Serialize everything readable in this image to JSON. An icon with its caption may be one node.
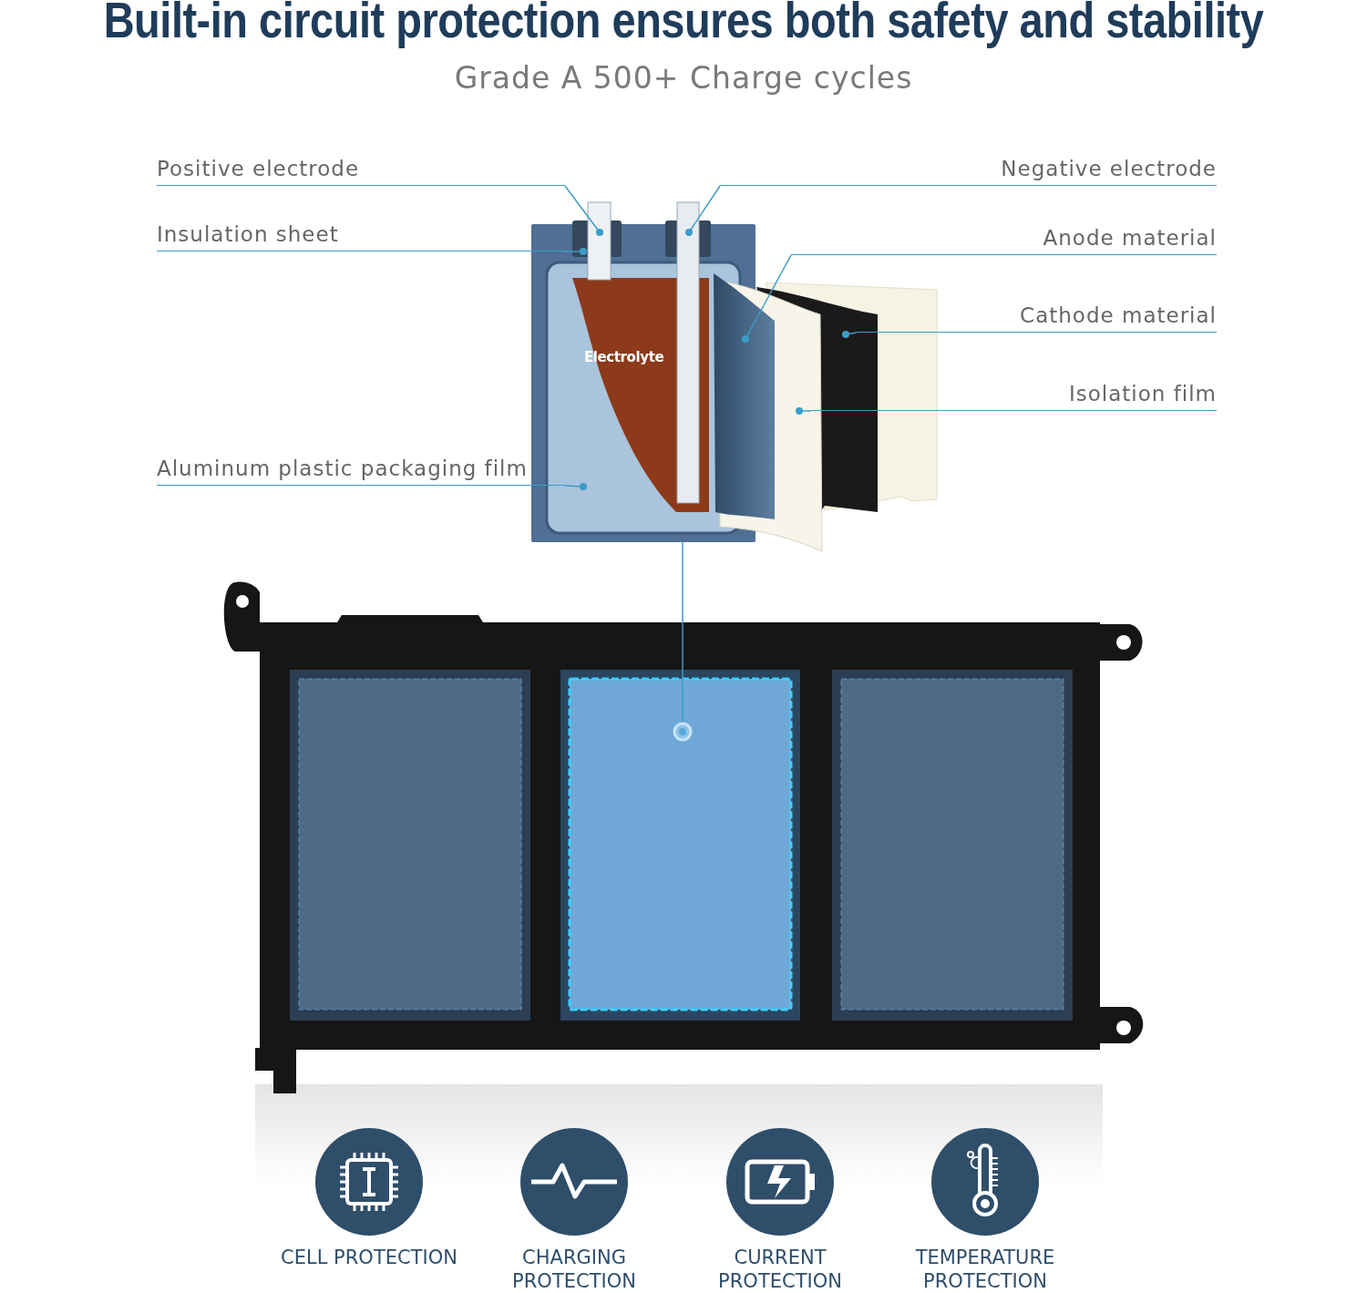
{
  "diagram": {
    "title": "Built-in circuit protection ensures both safety and stability",
    "nodes": [
      {
        "text": [
          "Positive electrode"
        ]
      },
      {
        "text": [],
        "shape": "bar"
      },
      {
        "text": [
          "Insulation sheet"
        ]
      },
      {
        "text": [],
        "shape": "box"
      },
      {
        "text": [
          "Aluminum plastic packaging film"
        ]
      },
      {
        "text": [],
        "shape": "box"
      },
      {
        "text": [
          "Negative electrode"
        ]
      },
      {
        "text": [],
        "shape": "bar"
      },
      {
        "text": [
          "Anode material"
        ]
      },
      {
        "text": [],
        "shape": "box"
      },
      {
        "text": [
          "Cathode material"
        ]
      },
      {
        "text": [],
        "shape": "box"
      },
      {
        "text": [
          "Isolation film"
        ]
      },
      {
        "text": [],
        "shape": "box"
      },
      {
        "text": [],
        "shape": "box"
      }
    ],
    "edges": [
      {
        "from": 0,
        "to": 1,
        "arrow": "other"
      },
      {
        "from": 2,
        "to": 3,
        "arrow": "other"
      },
      {
        "from": 4,
        "to": 5,
        "arrow": "other"
      },
      {
        "from": 6,
        "to": 7,
        "arrow": "other"
      },
      {
        "from": 8,
        "to": 9,
        "arrow": "other"
      },
      {
        "from": 10,
        "to": 11,
        "arrow": "other"
      },
      {
        "from": 12,
        "to": 13,
        "arrow": "other"
      },
      {
        "from": 5,
        "to": 14,
        "arrow": "other"
      }
    ],
    "labels": [
      "Grade A 500+ Charge cycles",
      "Electrolyte",
      "CELL PROTECTION",
      "CHARGING PROTECTION",
      "CURRENT PROTECTION",
      "TEMPERATURE PROTECTION"
    ]
  }
}
